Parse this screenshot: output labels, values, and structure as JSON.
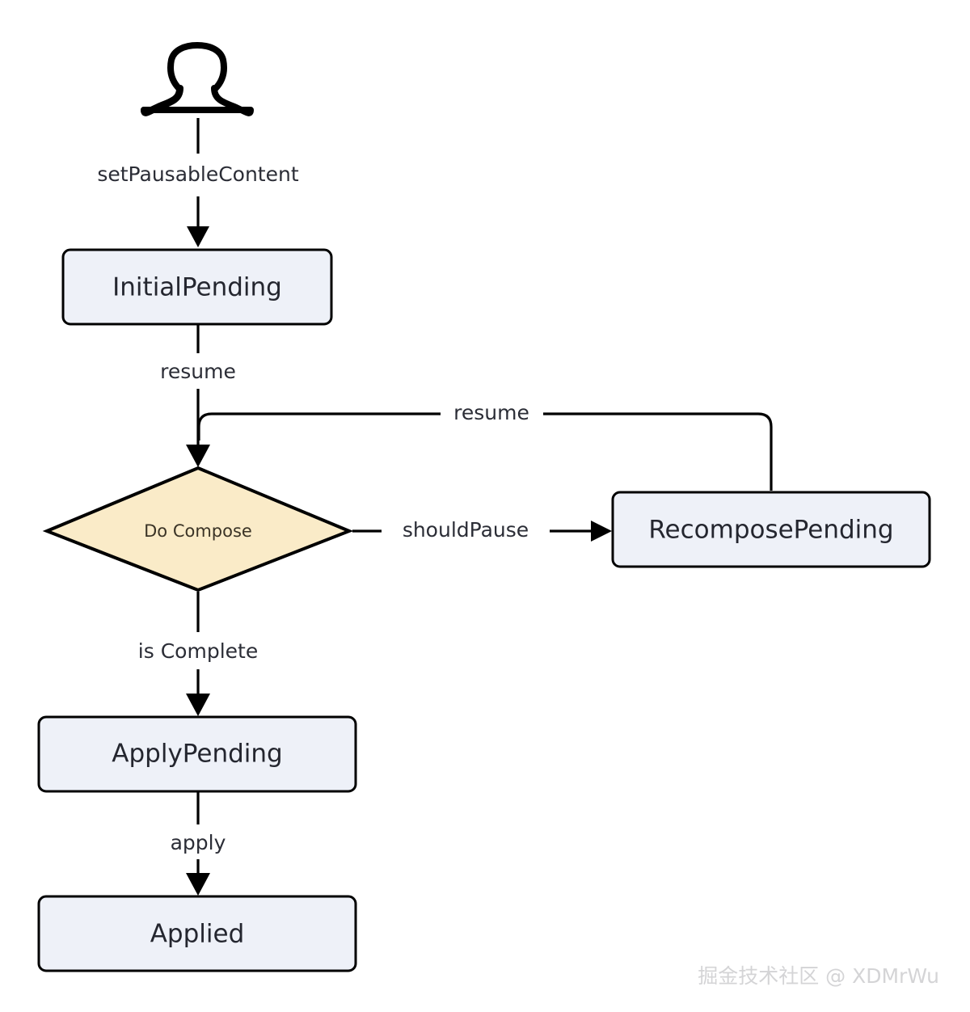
{
  "diagram": {
    "type": "state-flowchart",
    "title_visible": false,
    "background_color": "#ffffff",
    "node_fill": "#EEF1F8",
    "decision_fill": "#FAEBC8",
    "stroke_color": "#000000",
    "text_color": "#24262F",
    "actor": {
      "icon": "person-icon",
      "label": ""
    },
    "nodes": [
      {
        "id": "initial_pending",
        "label": "InitialPending",
        "shape": "rounded-rect"
      },
      {
        "id": "do_compose",
        "label": "Do Compose",
        "shape": "diamond"
      },
      {
        "id": "recompose_pending",
        "label": "RecomposePending",
        "shape": "rounded-rect"
      },
      {
        "id": "apply_pending",
        "label": "ApplyPending",
        "shape": "rounded-rect"
      },
      {
        "id": "applied",
        "label": "Applied",
        "shape": "rounded-rect"
      }
    ],
    "edges": [
      {
        "id": "e1",
        "from": "actor",
        "to": "initial_pending",
        "label": "setPausableContent"
      },
      {
        "id": "e2",
        "from": "initial_pending",
        "to": "do_compose",
        "label": "resume"
      },
      {
        "id": "e3",
        "from": "do_compose",
        "to": "recompose_pending",
        "label": "shouldPause"
      },
      {
        "id": "e4",
        "from": "recompose_pending",
        "to": "do_compose",
        "label": "resume"
      },
      {
        "id": "e5",
        "from": "do_compose",
        "to": "apply_pending",
        "label": "is Complete"
      },
      {
        "id": "e6",
        "from": "apply_pending",
        "to": "applied",
        "label": "apply"
      }
    ]
  },
  "watermark": {
    "text": "掘金技术社区 @ XDMrWu",
    "color": "#D4D4D6"
  }
}
